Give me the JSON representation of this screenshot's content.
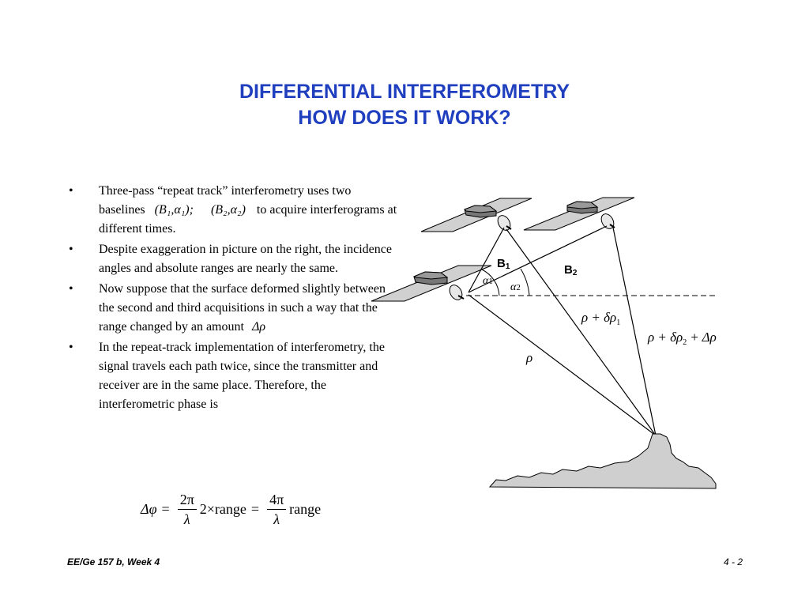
{
  "title": {
    "line1": "DIFFERENTIAL INTERFEROMETRY",
    "line2": "HOW DOES IT WORK?"
  },
  "bullets": [
    {
      "pre": "Three-pass “repeat track” interferometry uses two baselines",
      "baseline1": "(B₁,α₁);",
      "baseline2": "(B₂,α₂)",
      "post": "to acquire interferograms at different times."
    },
    {
      "text": "Despite exaggeration in picture on the right, the incidence angles and absolute ranges are nearly the same."
    },
    {
      "pre": "Now suppose that the surface deformed slightly between the second and third acquisitions in such a way that the range changed by an amount",
      "symbol": "Δρ"
    },
    {
      "text": "In the repeat-track implementation of interferometry, the signal travels each path twice, since the transmitter and receiver are in the same place.  Therefore, the interferometric phase is"
    }
  ],
  "equation": {
    "lhs": "Δφ",
    "eq1": "=",
    "frac1_num": "2π",
    "frac1_den": "λ",
    "mid": "2×range",
    "eq2": "=",
    "frac2_num": "4π",
    "frac2_den": "λ",
    "rhs": "range"
  },
  "diagram": {
    "b1": "B",
    "b1_sub": "1",
    "b2": "B",
    "b2_sub": "2",
    "alpha1": "α",
    "alpha1_sub": "1",
    "alpha2": "α",
    "alpha2_sub": "2",
    "rho": "ρ",
    "range1": "ρ + δρ",
    "range1_sub": "1",
    "range2_a": "ρ + δρ",
    "range2_sub": "2",
    "range2_b": "+ Δρ"
  },
  "footer": {
    "left": "EE/Ge 157 b, Week 4",
    "right": "4 - 2"
  },
  "colors": {
    "title": "#1f3fbf",
    "panel": "#d0d0d0",
    "terrain": "#cfcfcf"
  }
}
